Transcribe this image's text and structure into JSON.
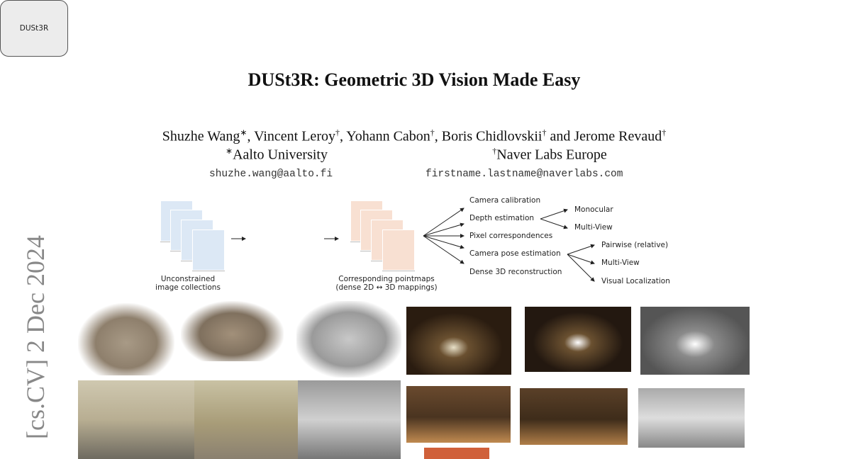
{
  "title": "DUSt3R: Geometric 3D Vision Made Easy",
  "authors": [
    {
      "name": "Shuzhe Wang",
      "mark": "∗"
    },
    {
      "name": "Vincent Leroy",
      "mark": "†"
    },
    {
      "name": "Yohann Cabon",
      "mark": "†"
    },
    {
      "name": "Boris Chidlovskii",
      "mark": "†"
    },
    {
      "name": "Jerome Revaud",
      "mark": "†"
    }
  ],
  "separators": {
    "comma": ", ",
    "and": " and "
  },
  "affiliations": [
    {
      "mark": "∗",
      "name": "Aalto University",
      "email": "shuzhe.wang@aalto.fi"
    },
    {
      "mark": "†",
      "name": "Naver Labs Europe",
      "email": "firstname.lastname@naverlabs.com"
    }
  ],
  "arxiv_stamp": "[cs.CV]  2 Dec 2024",
  "diagram": {
    "input_label_1": "Unconstrained",
    "input_label_2": "image collections",
    "model": "DUSt3R",
    "output_label_1": "Corresponding pointmaps",
    "output_label_2": "(dense 2D ↔ 3D mappings)",
    "tasks": [
      "Camera calibration",
      "Depth estimation",
      "Pixel correspondences",
      "Camera pose estimation",
      "Dense 3D reconstruction"
    ],
    "depth_sub": [
      "Monocular",
      "Multi-View"
    ],
    "pose_sub": [
      "Pairwise (relative)",
      "Multi-View",
      "Visual Localization"
    ]
  }
}
